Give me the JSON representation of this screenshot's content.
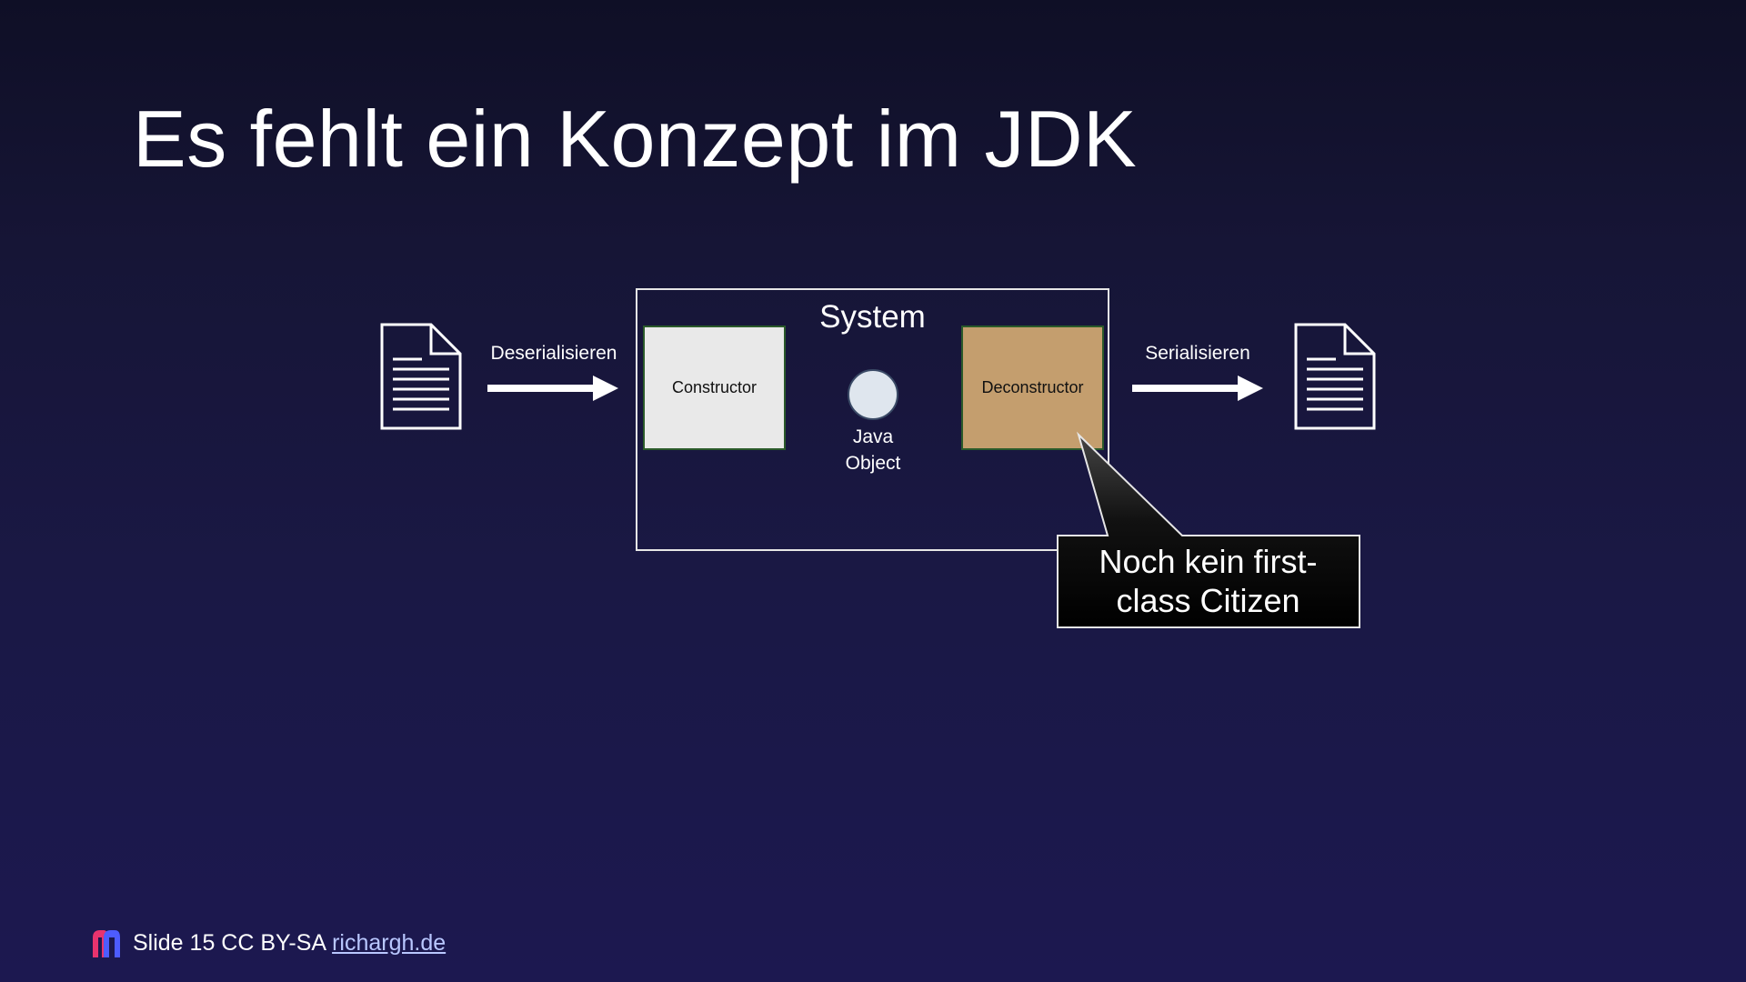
{
  "slide": {
    "title": "Es fehlt ein Konzept im JDK"
  },
  "diagram": {
    "left_arrow_label": "Deserialisieren",
    "right_arrow_label": "Serialisieren",
    "system_label": "System",
    "constructor_label": "Constructor",
    "deconstructor_label": "Deconstructor",
    "object_label_line1": "Java",
    "object_label_line2": "Object",
    "callout_line1": "Noch kein first-",
    "callout_line2": "class Citizen",
    "icons": [
      "document-icon",
      "arrow-right-icon",
      "document-icon"
    ],
    "colors": {
      "constructor_fill": "#e9e9e9",
      "deconstructor_fill": "#c49e6e",
      "callout_fill": "#000000"
    }
  },
  "footer": {
    "slide_text": "Slide 15 CC BY-SA",
    "link_text": "richargh.de"
  }
}
